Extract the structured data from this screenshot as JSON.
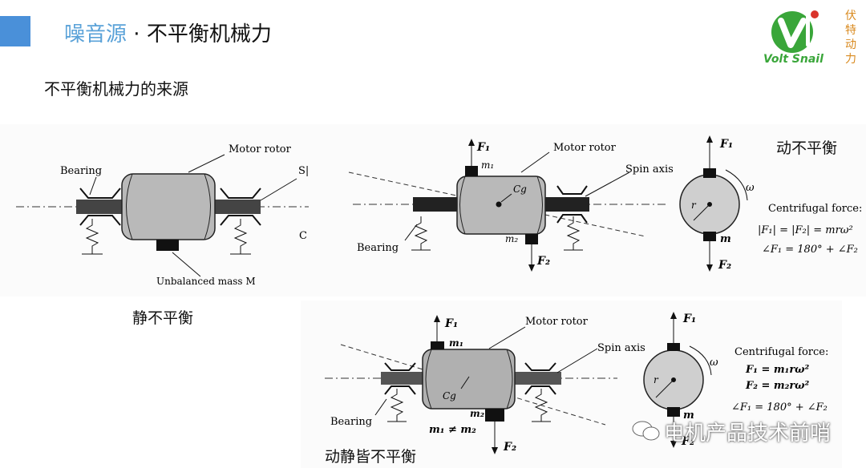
{
  "header": {
    "title_accent": "噪音源",
    "title_dot": "·",
    "title_main": "不平衡机械力",
    "subtitle": "不平衡机械力的来源"
  },
  "logo": {
    "brand": "Volt Snail",
    "cn_chars": [
      "伏",
      "特",
      "动",
      "力"
    ],
    "colors": {
      "green": "#3aa63a",
      "red": "#d9342b",
      "orange": "#d98a1f"
    }
  },
  "static_panel": {
    "bearing": "Bearing",
    "motor_rotor": "Motor rotor",
    "unbalanced_mass": "Unbalanced mass M",
    "cut_s": "S|",
    "cut_c": "C",
    "caption": "静不平衡"
  },
  "dynamic_panel": {
    "f1": "F₁",
    "m1": "m₁",
    "motor_rotor": "Motor rotor",
    "spin_axis": "Spin axis",
    "cg": "Cg",
    "bearing": "Bearing",
    "m2": "m₂",
    "f2": "F₂",
    "caption": "动不平衡",
    "circle": {
      "f1": "F₁",
      "f2": "F₂",
      "m": "m",
      "r": "r",
      "omega": "ω",
      "formula_title": "Centrifugal force:",
      "formula_1": "|F₁| = |F₂| = mrω²",
      "formula_2": "∠F₁ = 180° + ∠F₂"
    }
  },
  "combined_panel": {
    "f1": "F₁",
    "m1": "m₁",
    "motor_rotor": "Motor rotor",
    "spin_axis": "Spin axis",
    "cg": "Cg",
    "bearing": "Bearing",
    "m2": "m₂",
    "neq": "m₁ ≠ m₂",
    "f2": "F₂",
    "caption": "动静皆不平衡",
    "circle": {
      "f1": "F₁",
      "f2": "F₂",
      "m": "m",
      "r": "r",
      "omega": "ω",
      "formula_title": "Centrifugal force:",
      "formula_1": "F₁ = m₁rω²",
      "formula_2": "F₂ = m₂rω²",
      "formula_3": "∠F₁ = 180° + ∠F₂"
    }
  },
  "watermark": "电机产品技术前哨"
}
